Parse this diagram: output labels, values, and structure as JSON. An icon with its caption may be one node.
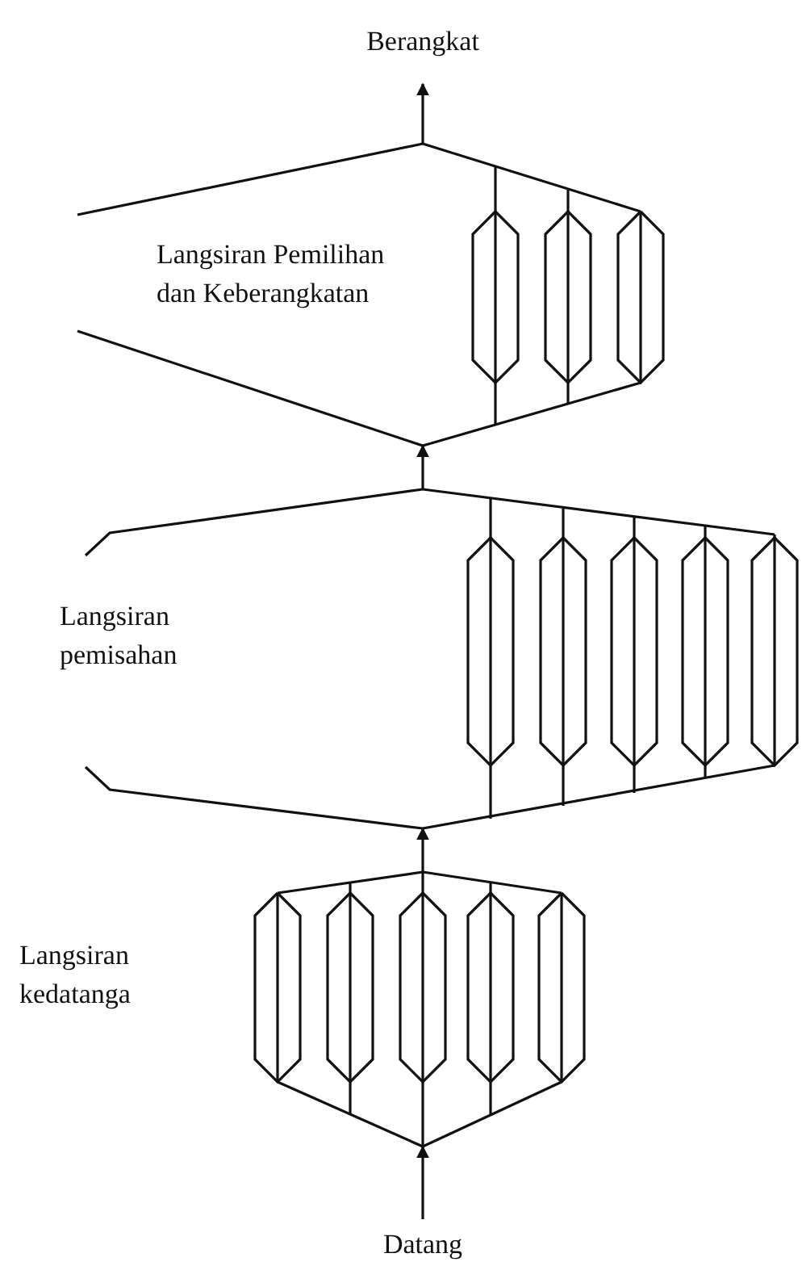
{
  "diagram": {
    "nodes": [
      {
        "text": [
          "Berangkat"
        ]
      },
      {
        "text": [
          "Langsiran Pemilihan dan Keberangkatan"
        ]
      },
      {
        "text": [
          "Langsiran pemisahan"
        ]
      },
      {
        "text": [
          "Langsiran kedatanga"
        ]
      },
      {
        "text": [
          "Datang"
        ]
      }
    ],
    "edges": [
      {
        "from": 4,
        "to": 3,
        "arrow": "to"
      },
      {
        "from": 3,
        "to": 2,
        "arrow": "to"
      },
      {
        "from": 2,
        "to": 1,
        "arrow": "to"
      },
      {
        "from": 1,
        "to": 0,
        "arrow": "to"
      }
    ]
  }
}
